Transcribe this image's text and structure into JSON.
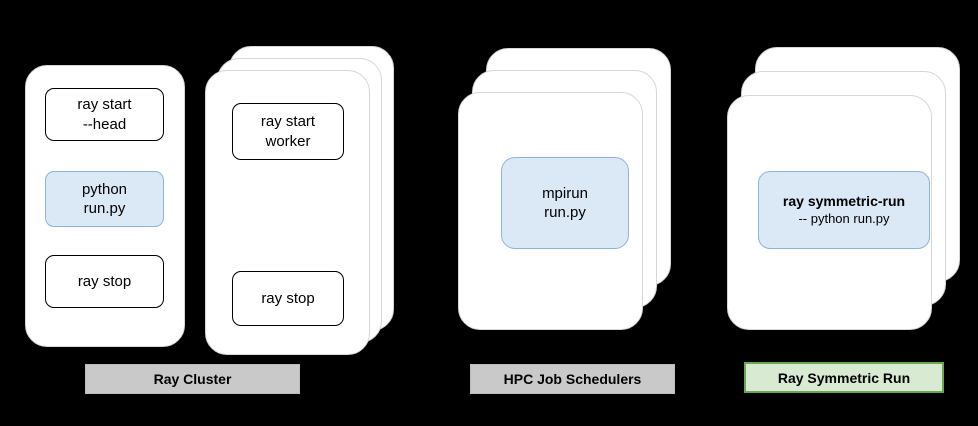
{
  "head_card": {
    "ray_start_head": {
      "line1": "ray start",
      "line2": "--head"
    },
    "python_run": {
      "line1": "python",
      "line2": "run.py"
    },
    "ray_stop": "ray stop"
  },
  "worker_card": {
    "ray_start_worker": {
      "line1": "ray start",
      "line2": "worker"
    },
    "ray_stop": "ray stop"
  },
  "hpc_card": {
    "mpirun": {
      "line1": "mpirun",
      "line2": "run.py"
    }
  },
  "symmetric_card": {
    "command": {
      "line1": "ray symmetric-run",
      "line2": "-- python run.py"
    }
  },
  "labels": {
    "ray_cluster": "Ray Cluster",
    "hpc_schedulers": "HPC Job Schedulers",
    "ray_symmetric_run": "Ray Symmetric Run"
  },
  "colors": {
    "card_fill": "#ffffff",
    "card_border": "#d6d6d6",
    "command_border": "#000000",
    "blue_fill": "#dbe8f6",
    "blue_border": "#8eb4d8",
    "gray_label_fill": "#c9c9c9",
    "green_label_fill": "#d9ead3",
    "green_label_border": "#6aa84f",
    "background": "#000000"
  }
}
